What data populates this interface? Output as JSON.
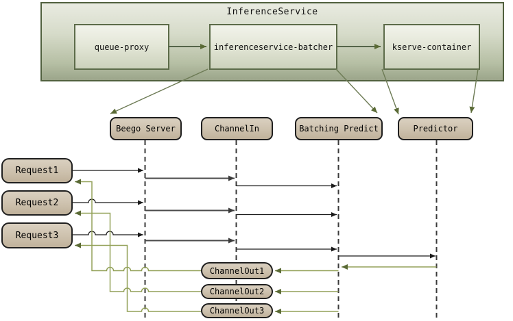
{
  "diagram": {
    "title_group": {
      "title": "InferenceService",
      "boxes": [
        {
          "label": "queue-proxy"
        },
        {
          "label": "inferenceservice-batcher"
        },
        {
          "label": "kserve-container"
        }
      ]
    },
    "lifelines": [
      {
        "label": "Beego Server"
      },
      {
        "label": "ChannelIn"
      },
      {
        "label": "Batching Predict"
      },
      {
        "label": "Predictor"
      }
    ],
    "requests": [
      {
        "label": "Request1"
      },
      {
        "label": "Request2"
      },
      {
        "label": "Request3"
      }
    ],
    "channel_outs": [
      {
        "label": "ChannelOut1"
      },
      {
        "label": "ChannelOut2"
      },
      {
        "label": "ChannelOut3"
      }
    ],
    "colors": {
      "container_border": "#50603e",
      "container_fill_top": "#e9ebe1",
      "container_fill_bottom": "#9ba58a",
      "inner_box_border": "#5c6b49",
      "node_fill": "#cdc1ad",
      "node_border": "#1f1f1f",
      "olive_line": "#93a159",
      "olive_arrowhead": "#5a6a35",
      "black_line": "#1a1a1a",
      "gray_line": "#4b4b4b",
      "lifeline_dash": "#3a3a3a"
    }
  }
}
